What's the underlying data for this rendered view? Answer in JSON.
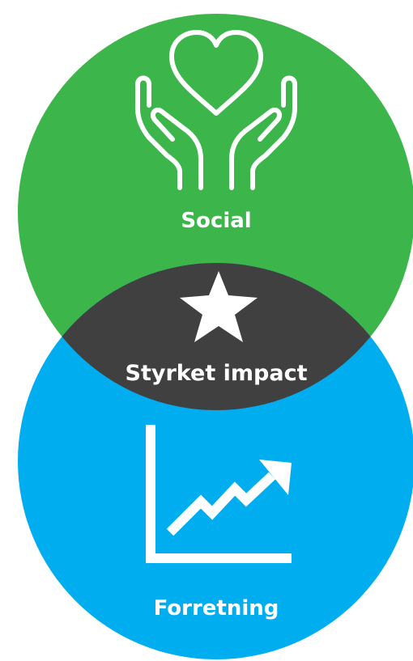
{
  "diagram": {
    "top_label": "Social",
    "middle_label": "Styrket impact",
    "bottom_label": "Forretning"
  },
  "colors": {
    "top_circle": "#3cb54a",
    "bottom_circle": "#00aeef",
    "overlap": "#404040",
    "icon": "#ffffff"
  },
  "icons": {
    "top": "heart-in-hands-icon",
    "middle": "star-icon",
    "bottom": "growth-chart-icon"
  }
}
